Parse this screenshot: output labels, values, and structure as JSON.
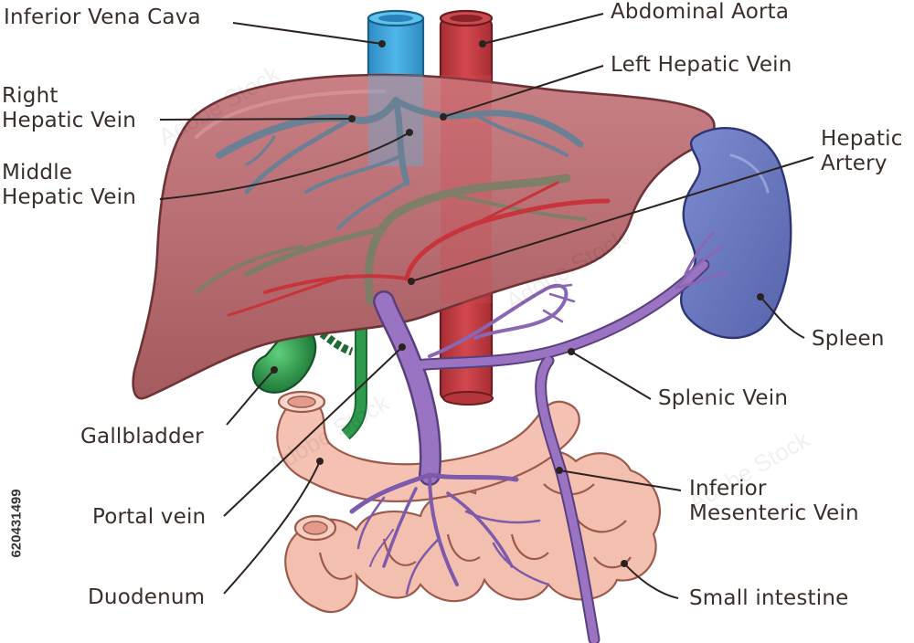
{
  "labels": {
    "inferior_vena_cava": "Inferior Vena Cava",
    "abdominal_aorta": "Abdominal Aorta",
    "left_hepatic_vein": "Left Hepatic Vein",
    "right_hepatic_vein": "Right\nHepatic Vein",
    "middle_hepatic_vein": "Middle\nHepatic Vein",
    "hepatic_artery": "Hepatic\nArtery",
    "spleen": "Spleen",
    "splenic_vein": "Splenic Vein",
    "gallbladder": "Gallbladder",
    "inferior_mesenteric_vein": "Inferior\nMesenteric Vein",
    "portal_vein": "Portal vein",
    "duodenum": "Duodenum",
    "small_intestine": "Small intestine"
  },
  "stock_id": "620431499",
  "watermark_text": "Adobe Stock",
  "colors": {
    "liver": "#b96a6c",
    "liver_stroke": "#7a3b3e",
    "vena_cava": "#3a9fd6",
    "aorta": "#c0393f",
    "portal_vein": "#9a74c2",
    "spleen": "#6a78c0",
    "gallbladder": "#2f9a4d",
    "intestine": "#f2b8a8",
    "label_text": "#3a2e2a"
  }
}
